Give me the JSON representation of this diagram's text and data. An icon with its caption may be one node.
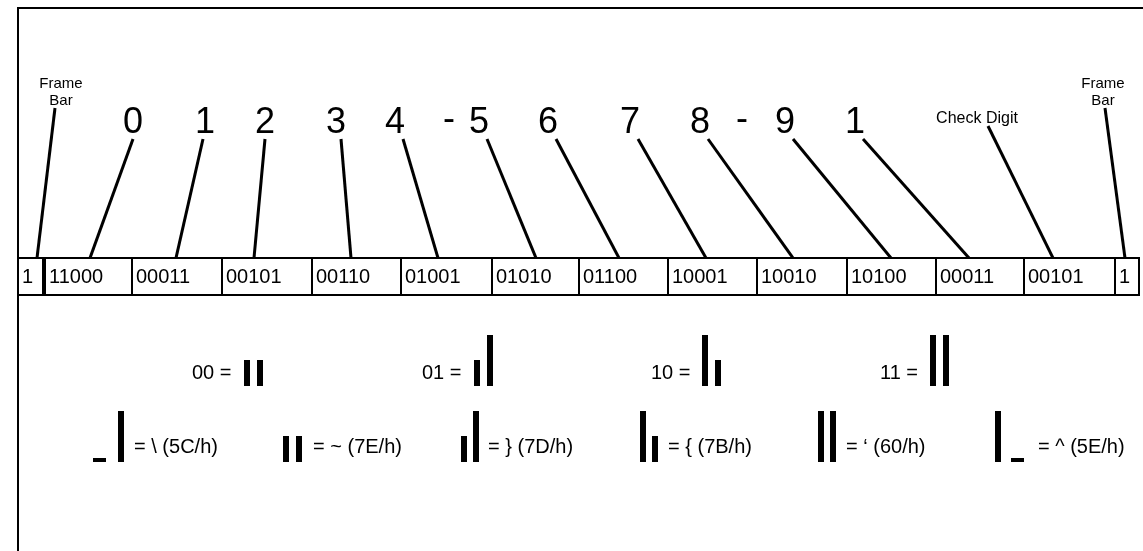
{
  "diagram": {
    "nodes": [
      {
        "text": [
          "Frame Bar"
        ]
      },
      {
        "text": [
          "0"
        ]
      },
      {
        "text": [
          "1"
        ]
      },
      {
        "text": [
          "2"
        ]
      },
      {
        "text": [
          "3"
        ]
      },
      {
        "text": [
          "4"
        ]
      },
      {
        "text": [
          "5"
        ]
      },
      {
        "text": [
          "6"
        ]
      },
      {
        "text": [
          "7"
        ]
      },
      {
        "text": [
          "8"
        ]
      },
      {
        "text": [
          "9"
        ]
      },
      {
        "text": [
          "1"
        ]
      },
      {
        "text": [
          "Check Digit"
        ]
      },
      {
        "text": [
          "Frame Bar"
        ]
      },
      {
        "text": [
          "1"
        ]
      },
      {
        "text": [
          "11000"
        ]
      },
      {
        "text": [
          "00011"
        ]
      },
      {
        "text": [
          "00101"
        ]
      },
      {
        "text": [
          "00110"
        ]
      },
      {
        "text": [
          "01001"
        ]
      },
      {
        "text": [
          "01010"
        ]
      },
      {
        "text": [
          "01100"
        ]
      },
      {
        "text": [
          "10001"
        ]
      },
      {
        "text": [
          "10010"
        ]
      },
      {
        "text": [
          "10100"
        ]
      },
      {
        "text": [
          "00011"
        ]
      },
      {
        "text": [
          "00101"
        ]
      },
      {
        "text": [
          "1"
        ]
      }
    ],
    "edges": [
      {
        "from": 0,
        "to": 14,
        "arrow": "none"
      },
      {
        "from": 1,
        "to": 15,
        "arrow": "none"
      },
      {
        "from": 2,
        "to": 16,
        "arrow": "none"
      },
      {
        "from": 3,
        "to": 17,
        "arrow": "none"
      },
      {
        "from": 4,
        "to": 18,
        "arrow": "none"
      },
      {
        "from": 5,
        "to": 19,
        "arrow": "none"
      },
      {
        "from": 6,
        "to": 20,
        "arrow": "none"
      },
      {
        "from": 7,
        "to": 21,
        "arrow": "none"
      },
      {
        "from": 8,
        "to": 22,
        "arrow": "none"
      },
      {
        "from": 9,
        "to": 23,
        "arrow": "none"
      },
      {
        "from": 10,
        "to": 24,
        "arrow": "none"
      },
      {
        "from": 11,
        "to": 25,
        "arrow": "none"
      },
      {
        "from": 12,
        "to": 26,
        "arrow": "none"
      },
      {
        "from": 13,
        "to": 27,
        "arrow": "none"
      }
    ],
    "labels": [
      "-",
      "-",
      "00 =",
      "01 =",
      "10 =",
      "11 =",
      "= \\ (5C/h)",
      "= ~ (7E/h)",
      "= } (7D/h)",
      "= { (7B/h)",
      "= ‘ (60/h)",
      "= ^ (5E/h)"
    ]
  }
}
